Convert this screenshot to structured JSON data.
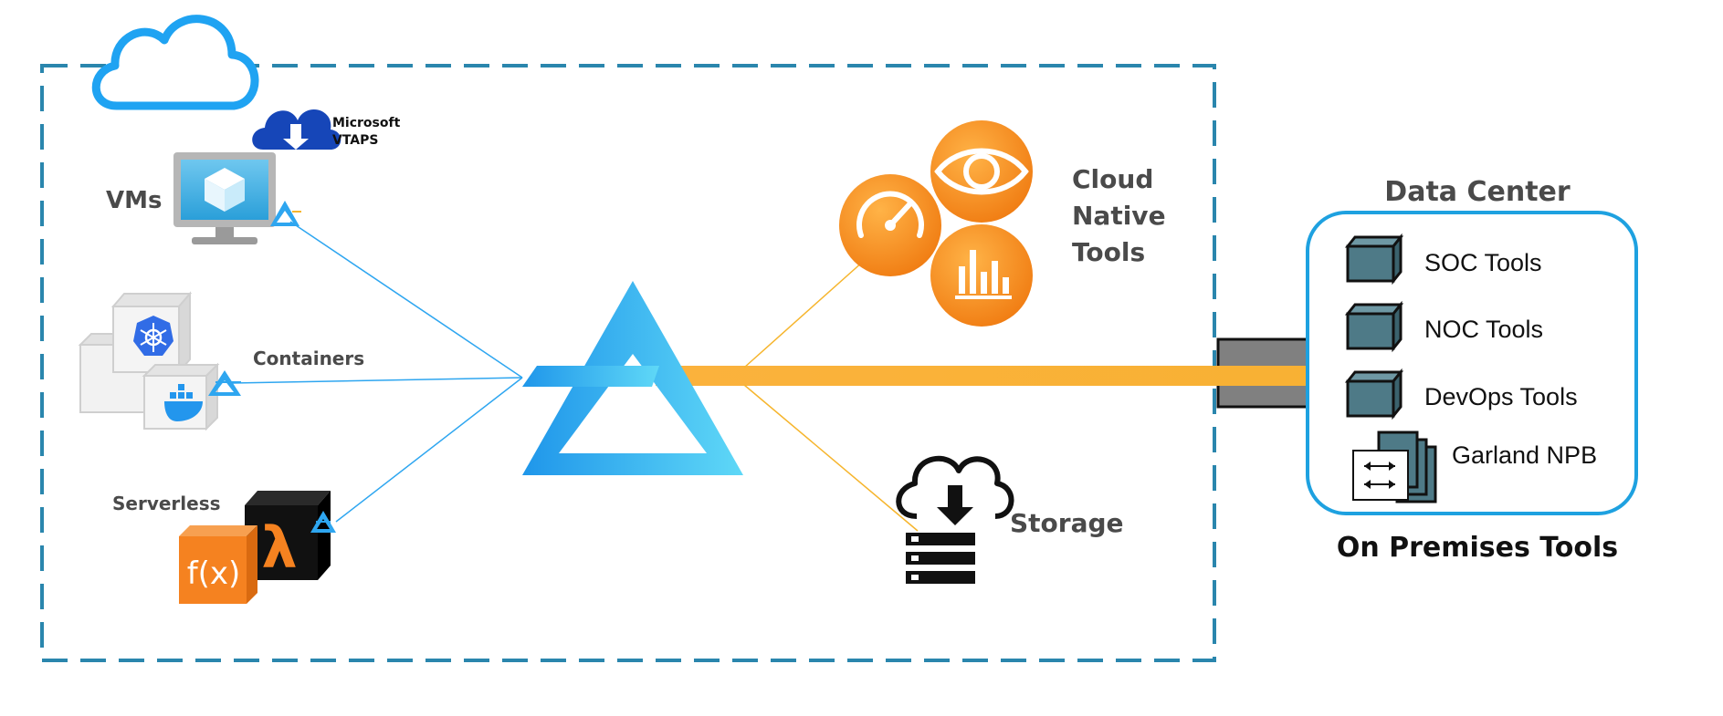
{
  "cloud_environment": {
    "microsoft_vtaps": {
      "line1": "Microsoft",
      "line2": "VTAPS",
      "icon": "azure-cloud-download-icon"
    },
    "vms": {
      "label": "VMs",
      "icon": "monitor-cube-icon"
    },
    "containers": {
      "label": "Containers",
      "icon": "kubernetes-docker-cubes-icon"
    },
    "serverless": {
      "label": "Serverless",
      "icon": "lambda-function-icon",
      "function_text": "f(x)",
      "lambda_text": "λ"
    }
  },
  "cloud_native_tools": {
    "line1": "Cloud",
    "line2": "Native",
    "line3": "Tools"
  },
  "storage": {
    "label": "Storage",
    "icon": "cloud-storage-server-icon"
  },
  "data_center": {
    "title": "Data Center",
    "subtitle": "On Premises Tools",
    "tools": [
      "SOC Tools",
      "NOC Tools",
      "DevOps Tools",
      "Garland NPB"
    ]
  },
  "colors": {
    "cloud_border": "#2a86ad",
    "cloud_icon": "#1fa3f2",
    "prism_blue": "#2ea6f0",
    "orange_beam": "#fbb13c",
    "orange_icon": "#f58220",
    "datacenter_border": "#1ea1e0"
  }
}
